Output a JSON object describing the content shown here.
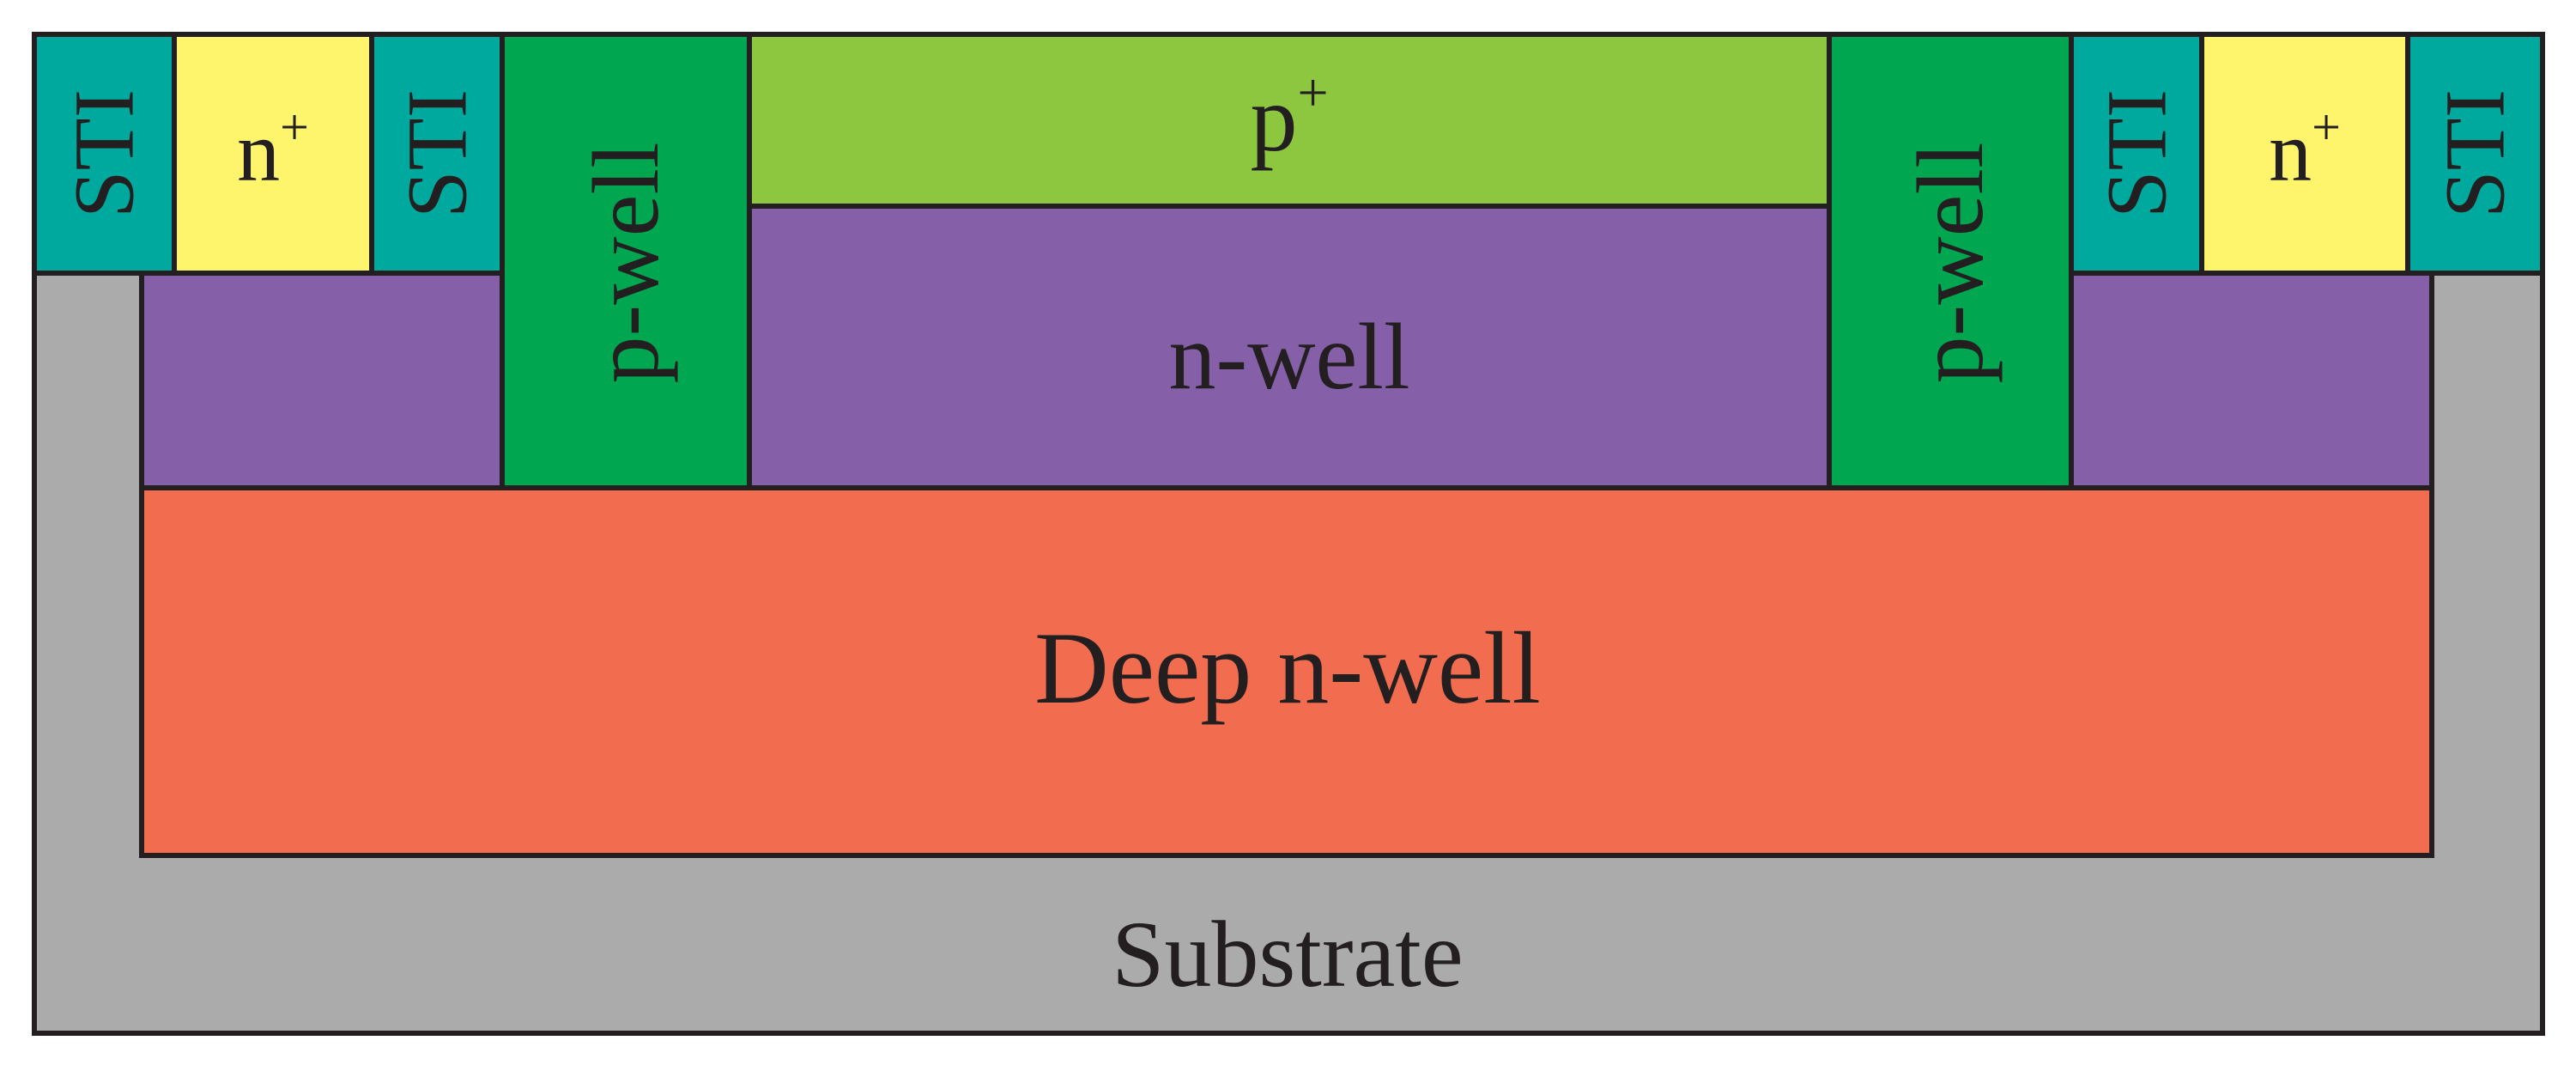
{
  "colors": {
    "substrate": "#ababab",
    "sti": "#00a99d",
    "n_plus": "#fff56c",
    "p_well": "#00a650",
    "p_plus": "#8dc63f",
    "n_well": "#8560a8",
    "deep_n_well": "#f26c4f",
    "outline": "#231f20"
  },
  "labels": {
    "sti": "STI",
    "n_plus_base": "n",
    "n_plus_sup": "+",
    "p_plus_base": "p",
    "p_plus_sup": "+",
    "p_well": "p-well",
    "n_well": "n-well",
    "deep_n_well": "Deep n-well",
    "substrate": "Substrate"
  }
}
